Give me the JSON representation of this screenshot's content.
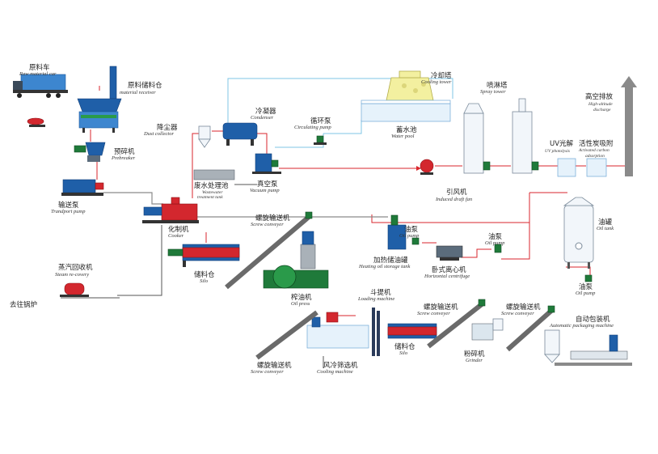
{
  "labels": {
    "raw_material_car": {
      "zh": "原料车",
      "en": "Raw material car"
    },
    "material_receiver": {
      "zh": "原料储料仓",
      "en": "material receiver"
    },
    "prebreaker": {
      "zh": "预碎机",
      "en": "Prebreaker"
    },
    "transport_pump": {
      "zh": "输送泵",
      "en": "Trandport pump"
    },
    "dust_collector": {
      "zh": "降尘器",
      "en": "Dust collector"
    },
    "condenser": {
      "zh": "冷凝器",
      "en": "Condenser"
    },
    "circulating_pump": {
      "zh": "循环泵",
      "en": "Circulating pump"
    },
    "cooling_tower": {
      "zh": "冷却塔",
      "en": "Cooling tower"
    },
    "water_pool": {
      "zh": "蓄水池",
      "en": "Water pool"
    },
    "spray_tower": {
      "zh": "喷淋塔",
      "en": "Spray tower"
    },
    "high_altitude": {
      "zh": "高空排放",
      "en1": "High-altitude",
      "en2": "discharge"
    },
    "uv_photolysis": {
      "zh": "UV光解",
      "en": "UV photolysis"
    },
    "activated_carbon": {
      "zh": "活性炭吸附",
      "en1": "Activated carbon",
      "en2": "adsorption"
    },
    "wastewater_tank": {
      "zh": "废水处理池",
      "en1": "Wastewater",
      "en2": "treatment tank"
    },
    "vacuum_pump": {
      "zh": "真空泵",
      "en": "Vacuum pump"
    },
    "induced_draft_fan": {
      "zh": "引风机",
      "en": "Induced draft fan"
    },
    "cooker": {
      "zh": "化制机",
      "en": "Cooker"
    },
    "screw_conveyer_1": {
      "zh": "螺旋输送机",
      "en": "Screw conveyer"
    },
    "oil_pump_1": {
      "zh": "油泵",
      "en": "Oil pump"
    },
    "oil_pump_2": {
      "zh": "油泵",
      "en": "Oil pump"
    },
    "oil_tank": {
      "zh": "油罐",
      "en": "Oil tank"
    },
    "heating_oil_tank": {
      "zh": "加热储油罐",
      "en": "Heating oil storage tank"
    },
    "horizontal_centrifuge": {
      "zh": "卧式离心机",
      "en": "Horizontal centrifuge"
    },
    "oil_pump_3": {
      "zh": "油泵",
      "en": "Oil pump"
    },
    "silo_1": {
      "zh": "储料仓",
      "en": "Silo"
    },
    "steam_recovery": {
      "zh": "蒸汽回收机",
      "en": "Steam re-covery"
    },
    "to_boiler": {
      "zh": "去往锅炉"
    },
    "oil_press": {
      "zh": "榨油机",
      "en": "Oil press"
    },
    "loading_machine": {
      "zh": "斗提机",
      "en": "Loading machine"
    },
    "screw_conveyer_2": {
      "zh": "螺旋输送机",
      "en": "Screw conveyer"
    },
    "screw_conveyer_3": {
      "zh": "螺旋输送机",
      "en": "Screw conveyer"
    },
    "auto_packaging": {
      "zh": "自动包装机",
      "en": "Automatic packaging machine"
    },
    "silo_2": {
      "zh": "储料仓",
      "en": "Silo"
    },
    "grinder": {
      "zh": "粉碎机",
      "en": "Grinder"
    },
    "screw_conveyer_4": {
      "zh": "螺旋输送机",
      "en": "Screw conveyer"
    },
    "cooling_machine": {
      "zh": "风冷筛选机",
      "en": "Cooling machine"
    }
  },
  "colors": {
    "equipment_blue": "#1f5fa8",
    "pipe_red": "#d9262c",
    "pipe_blue": "#7fc6e6",
    "motor_green": "#1f7a3a",
    "cooling_tower_yellow": "#f3f0a0"
  }
}
